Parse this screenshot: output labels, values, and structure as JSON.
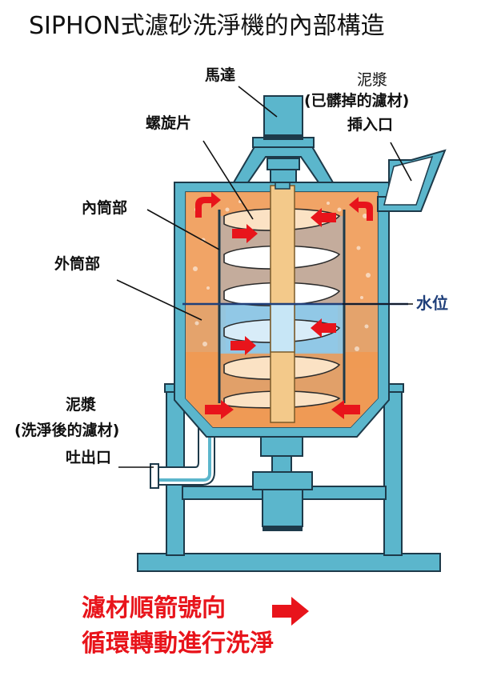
{
  "title": "SIPHON式濾砂洗淨機的內部構造",
  "labels": {
    "motor": "馬達",
    "inlet_line1": "泥漿",
    "inlet_line2": "(已髒掉的濾材)",
    "inlet_line3": "揷入口",
    "spiral": "螺旋片",
    "inner_cylinder": "內筒部",
    "outer_cylinder": "外筒部",
    "water_level": "水位",
    "outlet_line1": "泥漿",
    "outlet_line2": "(洗淨後的濾材)",
    "outlet_line3": "吐出口"
  },
  "caption": {
    "line1": "濾材順箭號向",
    "line2": "循環轉動進行洗淨"
  },
  "icons": [
    "flow-arrow-icon",
    "caption-arrow-icon"
  ],
  "colors": {
    "steel": "#5bb6cc",
    "sand": "#ef9a55",
    "water": "#aad6ee",
    "shaft": "#f3c98a",
    "arrow": "#e8141b",
    "water_line": "#1f3f7a"
  }
}
